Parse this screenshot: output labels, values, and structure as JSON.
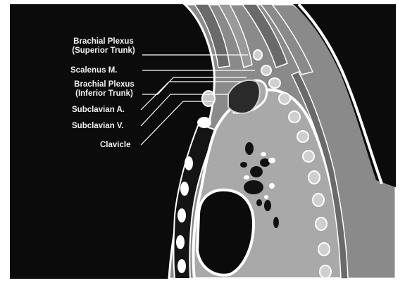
{
  "labels": {
    "brachial_plexus_superior_line1": "Brachial Plexus",
    "brachial_plexus_superior_line2": "(Superior Trunk)",
    "scalenus": "Scalenus M.",
    "brachial_plexus_inferior_line1": "Brachial Plexus",
    "brachial_plexus_inferior_line2": "(Inferior Trunk)",
    "subclavian_artery": "Subclavian A.",
    "subclavian_vein": "Subclavian V.",
    "clavicle": "Clavicle"
  },
  "colors": {
    "background": "#0b0b0b",
    "outline": "#ffffff",
    "lung": "#a9a9a9",
    "tissue": "#7d7d7d",
    "muscle": "#6a6a6a",
    "vessels": "#111111"
  }
}
